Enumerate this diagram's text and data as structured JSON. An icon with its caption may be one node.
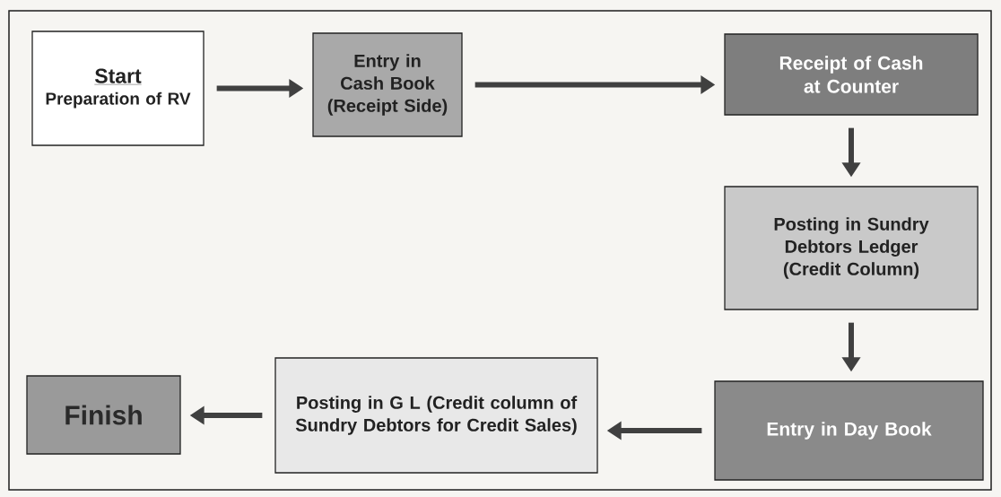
{
  "diagram": {
    "nodes": [
      {
        "text": [
          "Start",
          "Preparation of RV"
        ]
      },
      {
        "text": [
          "Entry in Cash Book (Receipt Side)"
        ]
      },
      {
        "text": [
          "Receipt of Cash at Counter"
        ]
      },
      {
        "text": [
          "Posting in Sundry Debtors Ledger (Credit Column)"
        ]
      },
      {
        "text": [
          "Entry in Day Book"
        ]
      },
      {
        "text": [
          "Posting in G L (Credit column of Sundry Debtors for Credit Sales)"
        ]
      },
      {
        "text": [
          "Finish"
        ]
      }
    ],
    "edges": [
      {
        "from": 0,
        "to": 1,
        "arrow": "to"
      },
      {
        "from": 1,
        "to": 2,
        "arrow": "to"
      },
      {
        "from": 2,
        "to": 3,
        "arrow": "to"
      },
      {
        "from": 3,
        "to": 4,
        "arrow": "to"
      },
      {
        "from": 4,
        "to": 5,
        "arrow": "to"
      },
      {
        "from": 5,
        "to": 6,
        "arrow": "to"
      }
    ]
  }
}
